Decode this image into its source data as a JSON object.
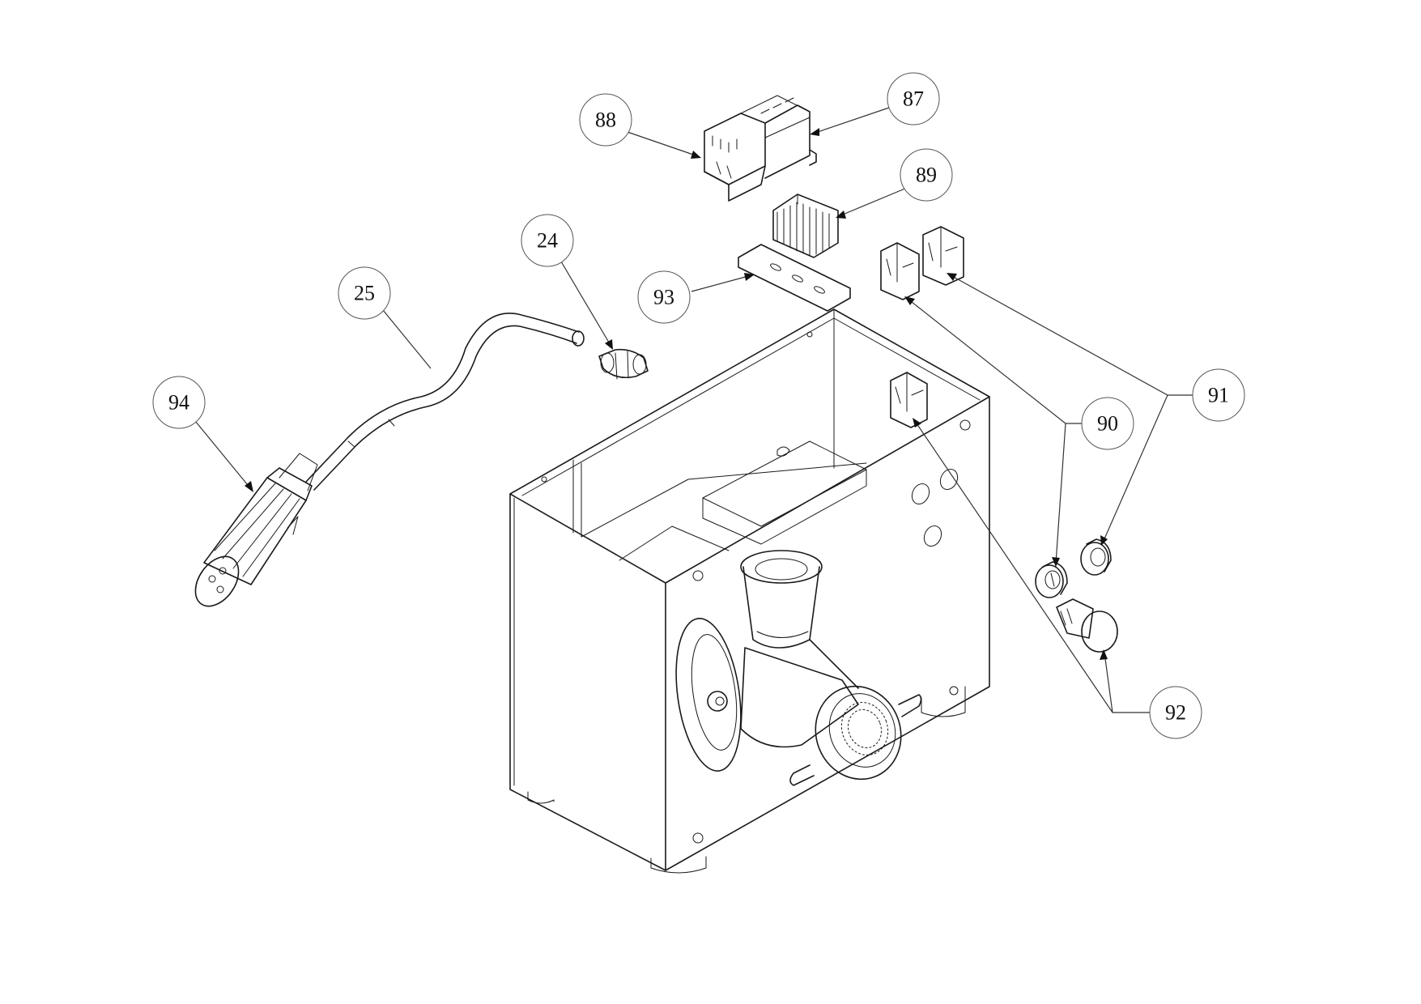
{
  "callouts": {
    "c24": "24",
    "c25": "25",
    "c87": "87",
    "c88": "88",
    "c89": "89",
    "c90": "90",
    "c91": "91",
    "c92": "92",
    "c93": "93",
    "c94": "94"
  }
}
